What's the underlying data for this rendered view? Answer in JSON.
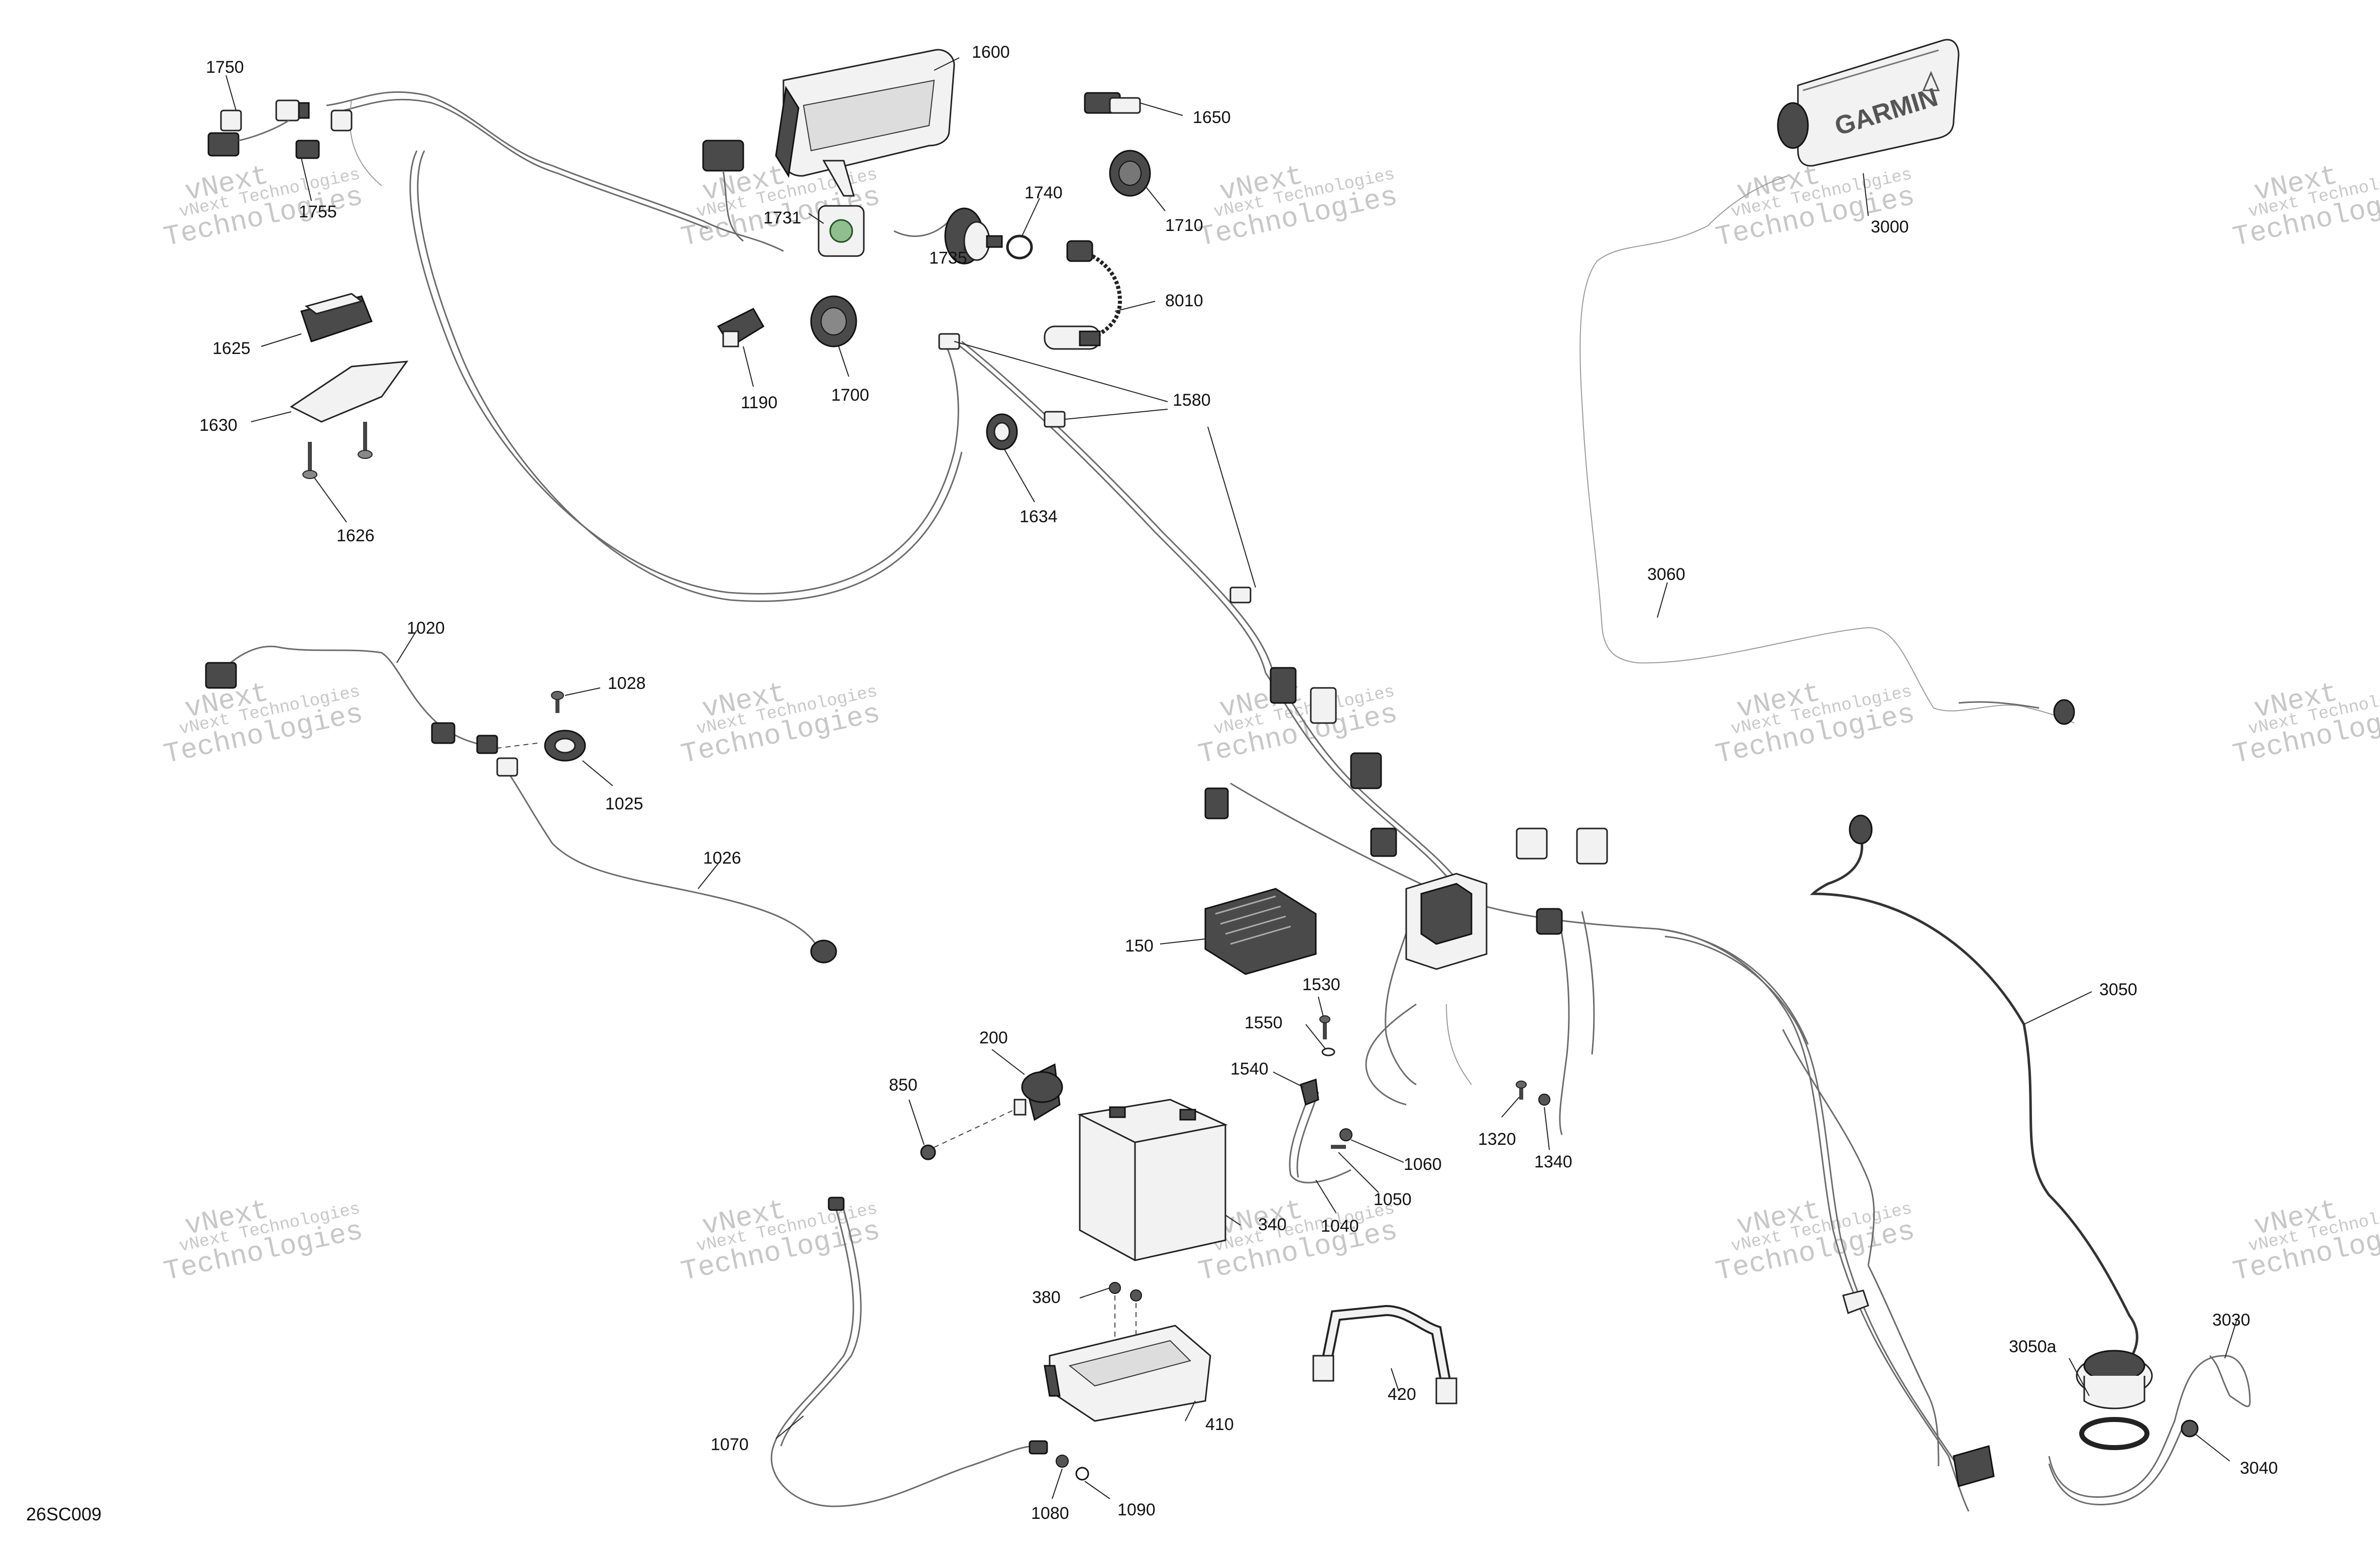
{
  "diagram_code": "26SC009",
  "watermark": {
    "line1": "vNext Technologies",
    "line2": "vNext",
    "line3": "Technologies"
  },
  "brand_text": "GARMIN",
  "callouts": {
    "c1750": "1750",
    "c1755": "1755",
    "c1600": "1600",
    "c1650": "1650",
    "c1731": "1731",
    "c1740": "1740",
    "c1710": "1710",
    "c1735": "1735",
    "c8010": "8010",
    "c3000": "3000",
    "c1625": "1625",
    "c1630": "1630",
    "c1626": "1626",
    "c1190": "1190",
    "c1700": "1700",
    "c1580": "1580",
    "c1634": "1634",
    "c3060": "3060",
    "c1020": "1020",
    "c1028": "1028",
    "c1025": "1025",
    "c1026": "1026",
    "c150": "150",
    "c1530": "1530",
    "c1550": "1550",
    "c1540": "1540",
    "c200": "200",
    "c850": "850",
    "c1060": "1060",
    "c1050": "1050",
    "c1040": "1040",
    "c1320": "1320",
    "c1340": "1340",
    "c340": "340",
    "c3050": "3050",
    "c380": "380",
    "c410": "410",
    "c420": "420",
    "c1070": "1070",
    "c1080": "1080",
    "c1090": "1090",
    "c3050a": "3050a",
    "c3030": "3030",
    "c3040": "3040"
  }
}
